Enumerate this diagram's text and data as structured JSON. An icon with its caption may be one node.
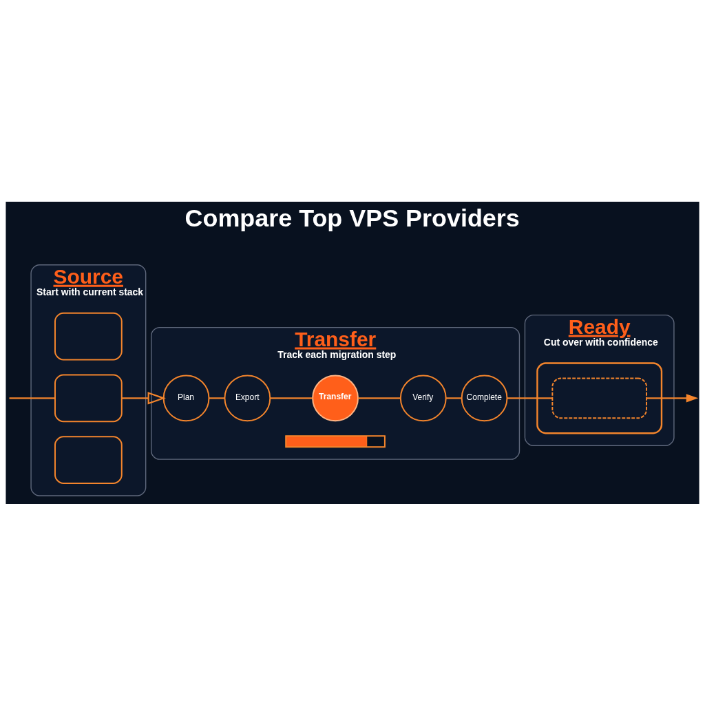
{
  "diagram": {
    "title": "Compare Top VPS Providers",
    "nodes": [
      {
        "text": [
          "Source",
          "Start with current stack"
        ]
      },
      {
        "text": [],
        "shape": "box",
        "in": 0
      },
      {
        "text": [],
        "shape": "box",
        "in": 0
      },
      {
        "text": [],
        "shape": "box",
        "in": 0
      },
      {
        "text": [
          "Transfer",
          "Track each migration step"
        ]
      },
      {
        "text": [
          "Plan"
        ],
        "in": 4
      },
      {
        "text": [
          "Export"
        ],
        "in": 4
      },
      {
        "text": [
          "Transfer"
        ],
        "in": 4
      },
      {
        "text": [
          "Verify"
        ],
        "in": 4
      },
      {
        "text": [
          "Complete"
        ],
        "in": 4
      },
      {
        "text": [],
        "shape": "bar",
        "in": 4
      },
      {
        "text": [
          "Ready",
          "Cut over with confidence"
        ]
      },
      {
        "text": [],
        "shape": "cloud",
        "in": 11
      },
      {
        "text": [],
        "shape": "box",
        "in": 12
      }
    ],
    "edges": [
      {
        "from": null,
        "to": 2,
        "arrow": "none"
      },
      {
        "from": 2,
        "to": 5,
        "arrow": "to"
      },
      {
        "from": 5,
        "to": 6,
        "arrow": "none"
      },
      {
        "from": 6,
        "to": 7,
        "arrow": "none"
      },
      {
        "from": 7,
        "to": 8,
        "arrow": "none"
      },
      {
        "from": 8,
        "to": 9,
        "arrow": "none"
      },
      {
        "from": 9,
        "to": 13,
        "arrow": "none"
      },
      {
        "from": 13,
        "to": null,
        "arrow": "to"
      }
    ]
  }
}
